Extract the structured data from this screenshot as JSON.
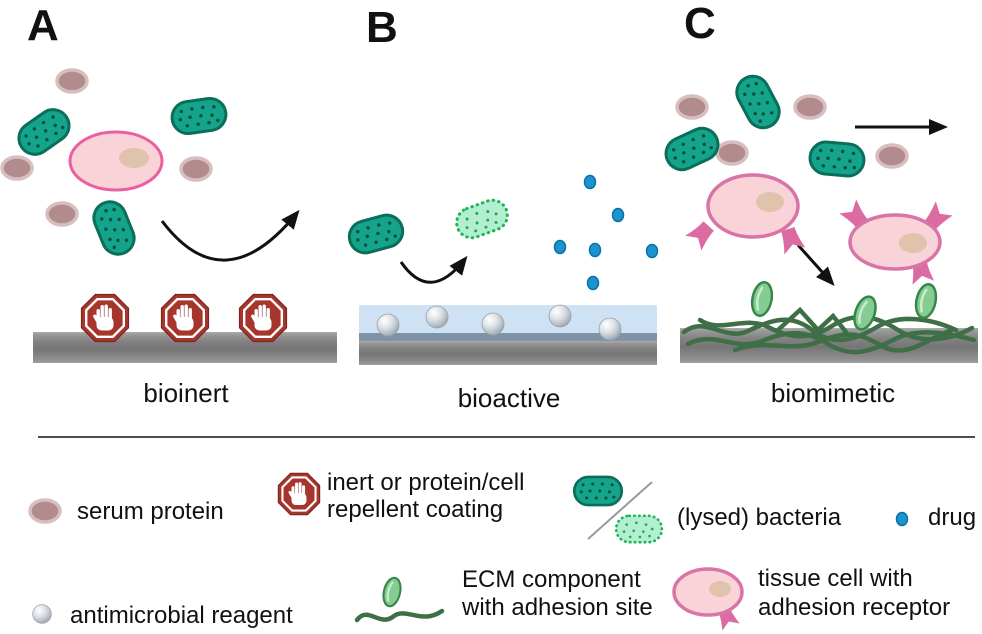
{
  "panels": [
    {
      "letter": "A",
      "label": "bioinert"
    },
    {
      "letter": "B",
      "label": "bioactive"
    },
    {
      "letter": "C",
      "label": "biomimetic"
    }
  ],
  "legend": {
    "serum_protein": "serum protein",
    "repellent_coating": "inert or protein/cell repellent coating",
    "lysed_bacteria": "(lysed) bacteria",
    "drug": "drug",
    "antimicrobial_reagent": "antimicrobial reagent",
    "ecm_component": "ECM component with adhesion site",
    "tissue_cell": "tissue cell with adhesion receptor"
  },
  "colors": {
    "bacteria_fill": "#14a38b",
    "bacteria_stroke": "#0b6e58",
    "lysed_fill": "#b2efd1",
    "lysed_stroke": "#1fb456",
    "serum_fill": "#b28b8e",
    "serum_ring": "#d8bfbf",
    "cell_fill": "#fad3d8",
    "cell_stroke_a": "#ea5f9f",
    "cell_stroke_c": "#d874a6",
    "nucleus": "#dfc3ad",
    "receptor_pink": "#dc6ba2",
    "stop_red": "#a6352c",
    "drug_blue": "#1a93ce",
    "coating_blue": "#cfe2f3",
    "coating_band": "#7f93a7",
    "surface_gray": "#8c8c8c",
    "ecm_green": "#3e6f47",
    "leaf_fill": "#85cc92",
    "leaf_stroke": "#37874a",
    "arrow_black": "#111111"
  }
}
